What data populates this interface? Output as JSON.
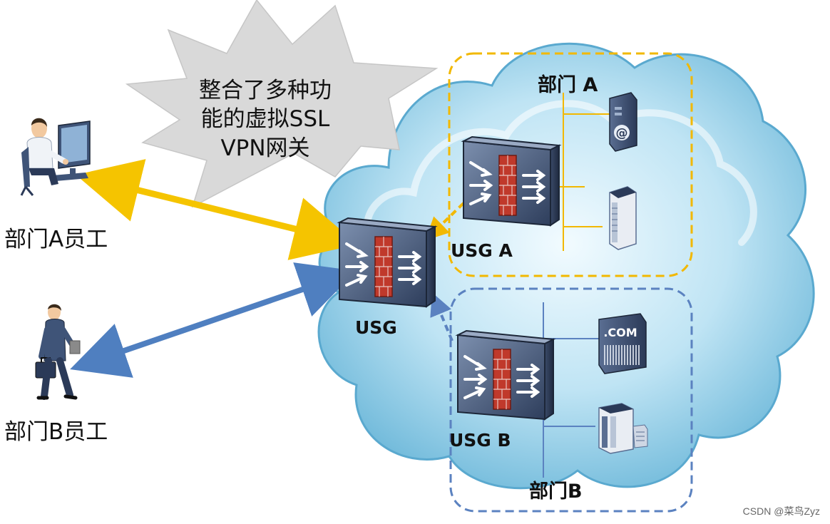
{
  "colors": {
    "cloud_fill_light": "#dff3fb",
    "cloud_fill_dark": "#7fc3e0",
    "dept_a_accent": "#f2b800",
    "dept_b_accent": "#5b82c0",
    "arrow_a": "#f5c400",
    "arrow_b": "#4f7fc0",
    "burst_fill": "#d9d9d9",
    "firewall_brick": "#c0392b"
  },
  "callout": {
    "line1": "整合了多种功",
    "line2": "能的虚拟SSL",
    "line3": "VPN网关"
  },
  "users": {
    "dept_a_user": "部门A员工",
    "dept_b_user": "部门B员工"
  },
  "devices": {
    "usg_main": "USG",
    "usg_a": "USG A",
    "usg_b": "USG B"
  },
  "departments": {
    "dept_a": "部门 A",
    "dept_b": "部门B"
  },
  "servers": {
    "mail_symbol": "@",
    "web_label": ".COM"
  },
  "watermark": "CSDN @菜鸟Zyz"
}
